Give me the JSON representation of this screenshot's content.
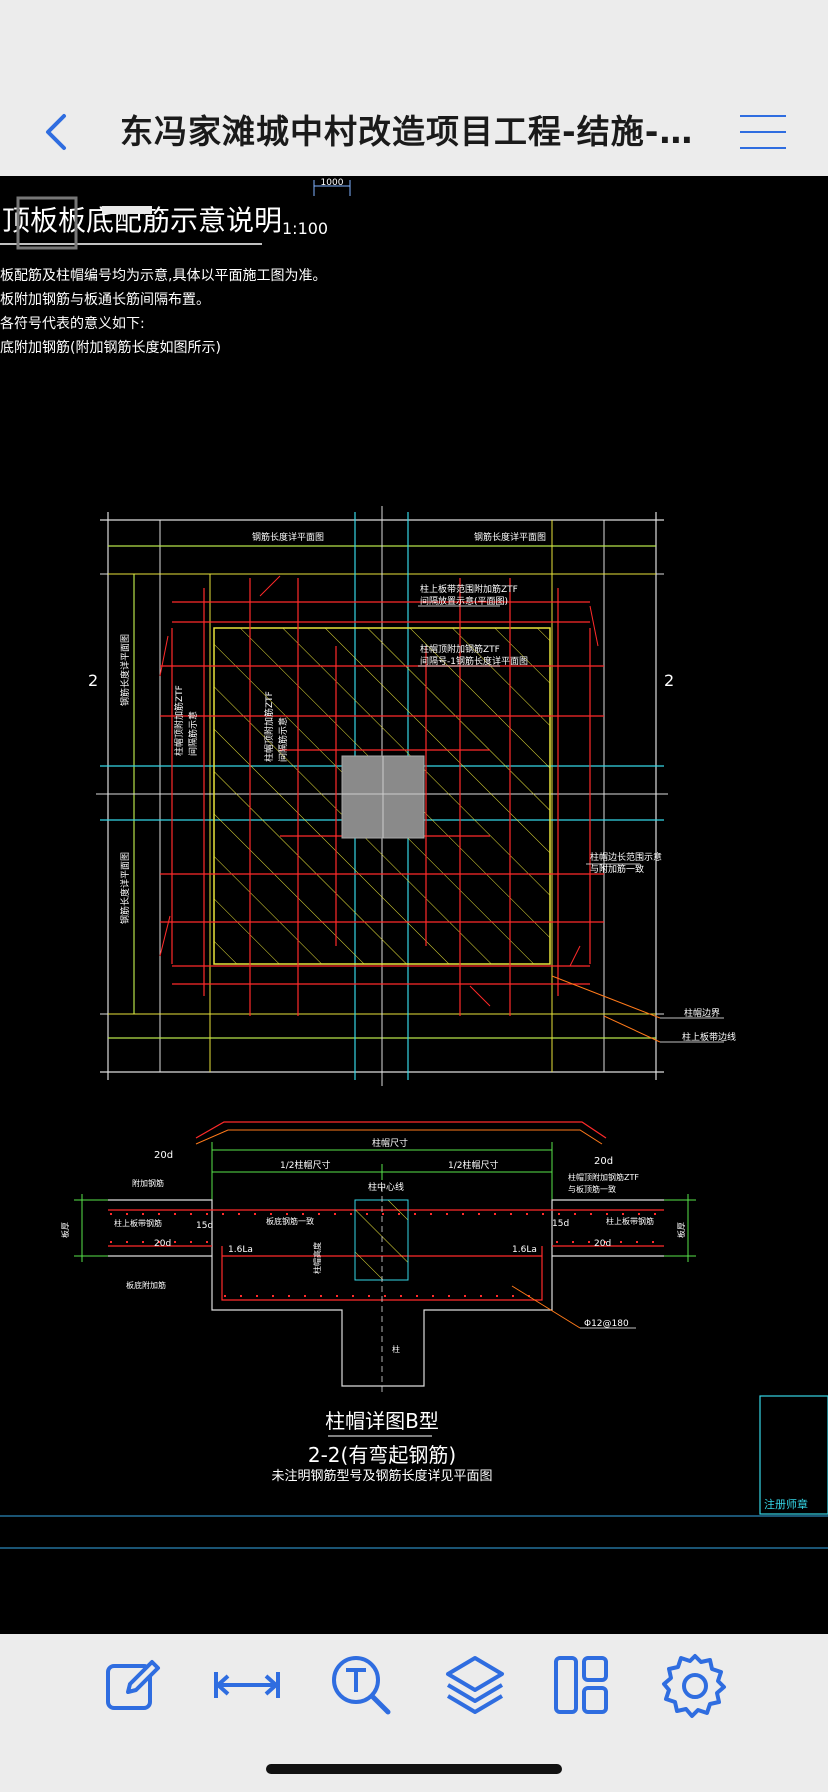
{
  "nav": {
    "title": "东冯家滩城中村改造项目工程-结施-…",
    "back_icon": "chevron-left-icon",
    "menu_icon": "hamburger-menu-icon",
    "accent": "#2f6de0"
  },
  "drawing": {
    "dim_top": "1000",
    "heading": "顶板板底配筋示意说明",
    "scale": "1:100",
    "notes": [
      "板配筋及柱帽编号均为示意,具体以平面施工图为准。",
      "板附加钢筋与板通长筋间隔布置。",
      "各符号代表的意义如下:",
      "底附加钢筋(附加钢筋长度如图所示)"
    ],
    "plan": {
      "label_top_left": "钢筋长度详平面图",
      "label_top_right": "钢筋长度详平面图",
      "section_mark_left": "2",
      "section_mark_right": "2",
      "note_a": "柱上板带范围附加筋ZTF",
      "note_a2": "间隔放置示意(平面图)",
      "note_b": "柱帽顶附加钢筋ZTF",
      "note_b2": "间隔号-1钢筋长度详平面图",
      "note_left_1": "钢筋长度详平面图",
      "note_left_2": "钢筋长度详平面图",
      "note_vert_1": "柱帽顶附加筋ZTF",
      "note_vert_2": "间隔筋示意",
      "note_right_1": "柱帽边长范围示意",
      "note_right_2": "与附加筋一致",
      "callout_1": "柱帽边界",
      "callout_2": "柱上板带边线"
    },
    "section": {
      "d20_left": "20d",
      "d20_right": "20d",
      "total": "柱帽尺寸",
      "half_left": "1/2柱帽尺寸",
      "half_right": "1/2柱帽尺寸",
      "center": "柱中心线",
      "label_left_top": "附加钢筋",
      "label_left_mid": "柱上板带钢筋",
      "label_right_top": "柱帽顶附加钢筋ZTF",
      "label_right_top2": "与板顶筋一致",
      "label_right_mid": "柱上板带钢筋",
      "d15_left": "15d",
      "d15_right": "15d",
      "d20_mid_left": "20d",
      "d20_mid_right": "20d",
      "la_left": "1.6La",
      "la_right": "1.6La",
      "mid_label": "板底钢筋一致",
      "bottom_left": "板底附加筋",
      "rebar": "Φ12@180",
      "height_left": "板厚",
      "height_right": "板厚",
      "cap_height": "柱帽高度",
      "column": "柱",
      "caption": "柱帽详图B型",
      "sub": "2-2(有弯起钢筋)",
      "note": "未注明钢筋型号及钢筋长度详见平面图"
    },
    "stamp": "注册师章"
  },
  "toolbar": {
    "icons": [
      "edit-icon",
      "measure-icon",
      "text-search-icon",
      "layers-icon",
      "layout-icon",
      "settings-icon"
    ]
  }
}
